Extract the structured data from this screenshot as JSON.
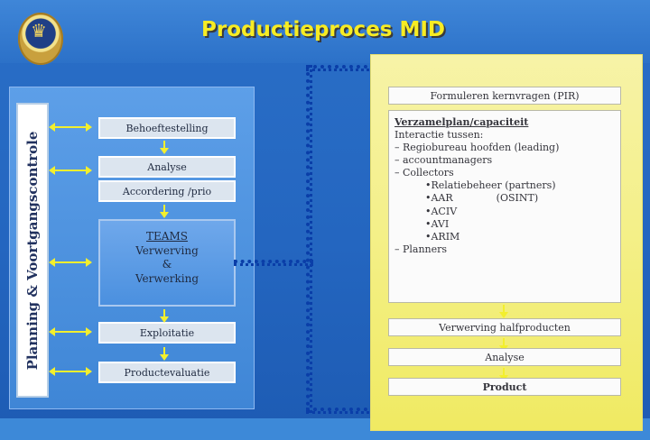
{
  "title": "Productieproces MID",
  "vertical_label": "Planning & Voortgangscontrole",
  "left_steps": [
    "Behoeftestelling",
    "Analyse",
    "Accordering /prio",
    "Exploitatie",
    "Productevaluatie"
  ],
  "teams": {
    "title": "TEAMS",
    "line1": "Verwerving",
    "line2": "&",
    "line3": "Verwerking"
  },
  "right_panel": {
    "top_box": "Formuleren kernvragen (PIR)",
    "plan_title": "Verzamelplan/capaciteit",
    "plan_lines": [
      "Interactie tussen:",
      "– Regiobureau hoofden (leading)",
      "– accountmanagers",
      "– Collectors",
      "•Relatiebeheer (partners)",
      "•AAR",
      "(OSINT)",
      "•ACIV",
      "•AVI",
      "•ARIM",
      "– Planners"
    ],
    "bottom_boxes": [
      "Verwerving halfproducten",
      "Analyse",
      "Product"
    ]
  },
  "colors": {
    "background": "#2466c0",
    "title": "#f7ec23",
    "yellow_panel": "#f4f08a",
    "yellow_arrow": "#f3ef2d",
    "dotted_connector": "#0a3ea8"
  },
  "icons": {
    "logo": "royal-crest-icon"
  }
}
